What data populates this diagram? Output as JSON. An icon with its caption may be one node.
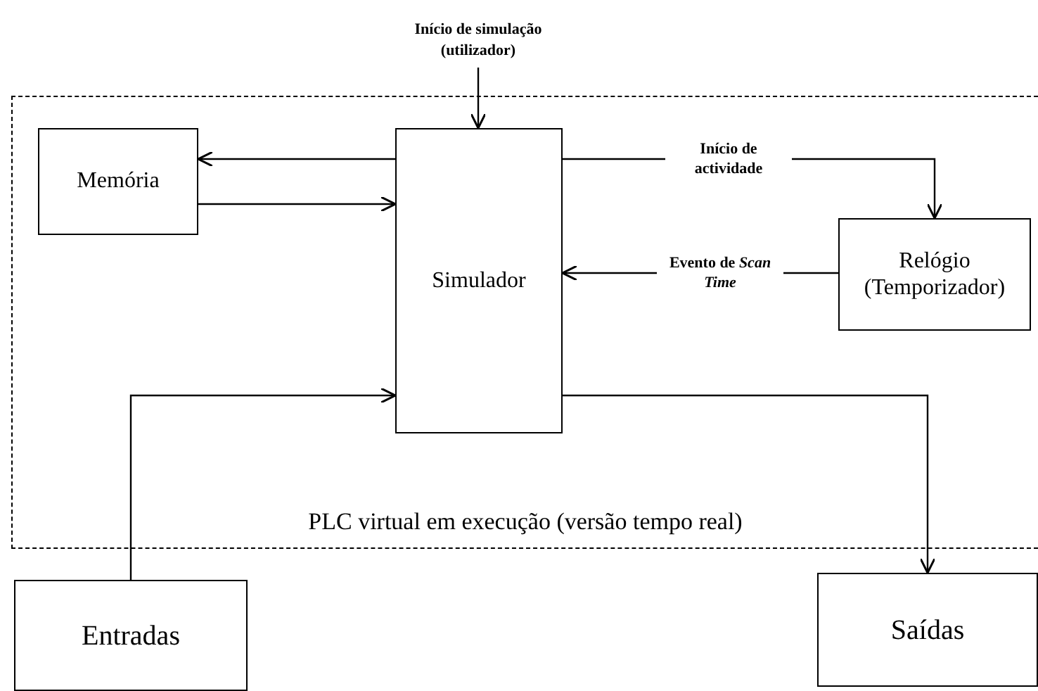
{
  "diagram": {
    "nodes": [
      {
        "text": [
          "PLC virtual em execução (versão tempo real)"
        ]
      },
      {
        "text": [
          "Início de simulação (utilizador)"
        ]
      },
      {
        "text": [
          "Memória"
        ],
        "in": 0
      },
      {
        "text": [
          "Simulador"
        ],
        "in": 0
      },
      {
        "text": [
          "Relógio (Temporizador)"
        ],
        "in": 0
      },
      {
        "text": [
          "Entradas"
        ]
      },
      {
        "text": [
          "Saídas"
        ]
      }
    ],
    "edges": [
      {
        "from": 1,
        "to": 3,
        "arrow": "to"
      },
      {
        "from": 3,
        "to": 2,
        "arrow": "to"
      },
      {
        "from": 2,
        "to": 3,
        "arrow": "to"
      },
      {
        "from": 3,
        "to": 4,
        "arrow": "to",
        "label": "Início de actividade"
      },
      {
        "from": 4,
        "to": 3,
        "arrow": "to",
        "label": "Evento de *Scan Time*"
      },
      {
        "from": 5,
        "to": 3,
        "arrow": "to"
      },
      {
        "from": 3,
        "to": 6,
        "arrow": "to"
      }
    ]
  }
}
